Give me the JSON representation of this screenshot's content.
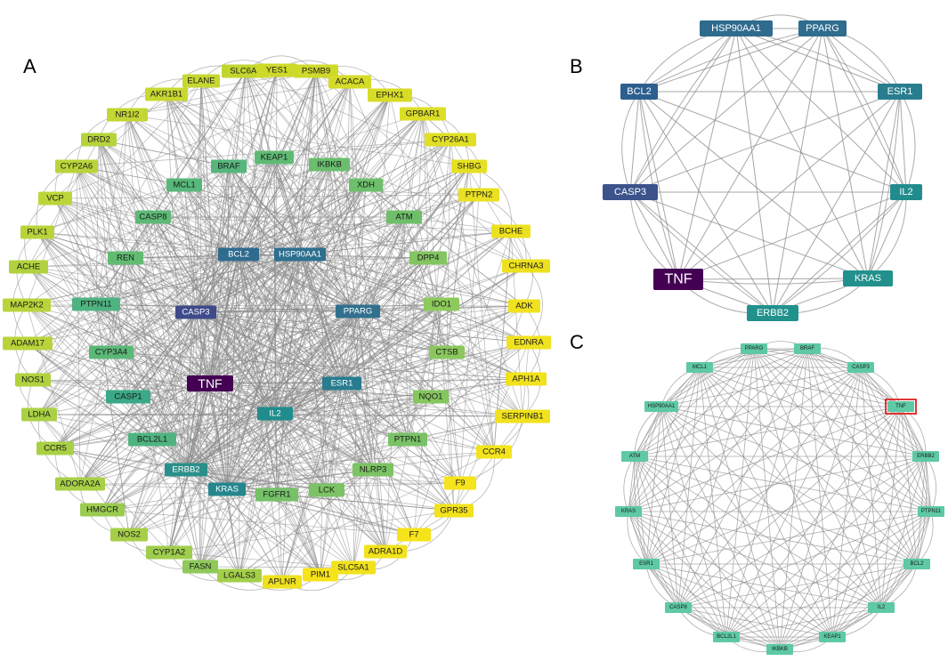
{
  "panels": [
    {
      "letter": "A",
      "nodes": [
        {
          "label": "SLC6A4",
          "color": "#c2d62e"
        },
        {
          "label": "YES1",
          "color": "#cfd92a"
        },
        {
          "label": "PSMB9",
          "color": "#cfd92a"
        },
        {
          "label": "ACACA",
          "color": "#d4db28"
        },
        {
          "label": "EPHX1",
          "color": "#d8dc27"
        },
        {
          "label": "GPBAR1",
          "color": "#dcde26"
        },
        {
          "label": "CYP26A1",
          "color": "#e0df25"
        },
        {
          "label": "SHBG",
          "color": "#e6e022"
        },
        {
          "label": "PTPN2",
          "color": "#e9e121"
        },
        {
          "label": "BCHE",
          "color": "#ece11f"
        },
        {
          "label": "CHRNA3",
          "color": "#ede11f"
        },
        {
          "label": "ADK",
          "color": "#f0e21e"
        },
        {
          "label": "EDNRA",
          "color": "#f0e21e"
        },
        {
          "label": "APH1A",
          "color": "#f1e21d"
        },
        {
          "label": "SERPINB1",
          "color": "#f1e21d"
        },
        {
          "label": "CCR4",
          "color": "#f3e31c"
        },
        {
          "label": "F9",
          "color": "#f5e31b"
        },
        {
          "label": "GPR35",
          "color": "#f2e21c"
        },
        {
          "label": "F7",
          "color": "#f6e31a"
        },
        {
          "label": "ADRA1D",
          "color": "#f1e21d"
        },
        {
          "label": "SLC5A1",
          "color": "#f1e21d"
        },
        {
          "label": "PIM1",
          "color": "#f6e31a"
        },
        {
          "label": "APLNR",
          "color": "#eee11e"
        },
        {
          "label": "LGALS3",
          "color": "#a3cf4a"
        },
        {
          "label": "FASN",
          "color": "#8ec95a"
        },
        {
          "label": "CYP1A2",
          "color": "#9fcd4d"
        },
        {
          "label": "NOS2",
          "color": "#a6cf48"
        },
        {
          "label": "HMGCR",
          "color": "#9bcc51"
        },
        {
          "label": "ADORA2A",
          "color": "#a8d046"
        },
        {
          "label": "CCR5",
          "color": "#a9d045"
        },
        {
          "label": "LDHA",
          "color": "#aad145"
        },
        {
          "label": "NOS1",
          "color": "#b1d23e"
        },
        {
          "label": "ADAM17",
          "color": "#b9d43a"
        },
        {
          "label": "MAP2K2",
          "color": "#b8d43a"
        },
        {
          "label": "ACHE",
          "color": "#b1d23e"
        },
        {
          "label": "PLK1",
          "color": "#b8d43a"
        },
        {
          "label": "VCP",
          "color": "#bdd538"
        },
        {
          "label": "CYP2A6",
          "color": "#b9d43a"
        },
        {
          "label": "DRD2",
          "color": "#b5d33b"
        },
        {
          "label": "NR1I2",
          "color": "#c4d633"
        },
        {
          "label": "AKR1B1",
          "color": "#c9d830"
        },
        {
          "label": "ELANE",
          "color": "#c6d731"
        },
        {
          "label": "KEAP1",
          "color": "#5fba74"
        },
        {
          "label": "BRAF",
          "color": "#56b67c"
        },
        {
          "label": "IKBKB",
          "color": "#6abe6e"
        },
        {
          "label": "MCL1",
          "color": "#58b77a"
        },
        {
          "label": "XDH",
          "color": "#6ebf6b"
        },
        {
          "label": "CASP8",
          "color": "#5db976"
        },
        {
          "label": "ATM",
          "color": "#6fbf6a"
        },
        {
          "label": "REN",
          "color": "#63bb72"
        },
        {
          "label": "DPP4",
          "color": "#83c561"
        },
        {
          "label": "PTPN11",
          "color": "#4eb381"
        },
        {
          "label": "IDO1",
          "color": "#8dc95b"
        },
        {
          "label": "CYP3A4",
          "color": "#5bb877"
        },
        {
          "label": "CTSB",
          "color": "#8ac85d"
        },
        {
          "label": "CASP1",
          "color": "#3aa988"
        },
        {
          "label": "NQO1",
          "color": "#86c65f"
        },
        {
          "label": "BCL2L1",
          "color": "#4fb380"
        },
        {
          "label": "PTPN1",
          "color": "#79c266"
        },
        {
          "label": "NLRP3",
          "color": "#7cc364"
        },
        {
          "label": "LCK",
          "color": "#7bc365"
        },
        {
          "label": "FGFR1",
          "color": "#75c168"
        },
        {
          "label": "KRAS",
          "color": "#26868e"
        },
        {
          "label": "ERBB2",
          "color": "#2a8f8a"
        },
        {
          "label": "BCL2",
          "color": "#2f6b8e"
        },
        {
          "label": "HSP90AA1",
          "color": "#2e6f8e"
        },
        {
          "label": "CASP3",
          "color": "#3e4a89"
        },
        {
          "label": "PPARG",
          "color": "#30708e"
        },
        {
          "label": "TNF",
          "color": "#440154"
        },
        {
          "label": "ESR1",
          "color": "#287c8e"
        },
        {
          "label": "IL2",
          "color": "#218c8d"
        }
      ]
    },
    {
      "letter": "B",
      "nodes": [
        {
          "label": "HSP90AA1",
          "color": "#2f6b8e"
        },
        {
          "label": "PPARG",
          "color": "#2f6c8e"
        },
        {
          "label": "ESR1",
          "color": "#287d8e"
        },
        {
          "label": "IL2",
          "color": "#228c8d"
        },
        {
          "label": "KRAS",
          "color": "#22908c"
        },
        {
          "label": "ERBB2",
          "color": "#21918c"
        },
        {
          "label": "TNF",
          "color": "#440154"
        },
        {
          "label": "CASP3",
          "color": "#3b528b"
        },
        {
          "label": "BCL2",
          "color": "#2d5f8e"
        }
      ]
    },
    {
      "letter": "C",
      "highlight_color": "#e02020",
      "node_color": "#5ec9a4",
      "nodes": [
        {
          "label": "BRAF"
        },
        {
          "label": "CASP3"
        },
        {
          "label": "TNF",
          "highlight": true
        },
        {
          "label": "ERBB2"
        },
        {
          "label": "PTPN11"
        },
        {
          "label": "BCL2"
        },
        {
          "label": "IL2"
        },
        {
          "label": "KEAP1"
        },
        {
          "label": "IKBKB"
        },
        {
          "label": "BCL2L1"
        },
        {
          "label": "CASP8"
        },
        {
          "label": "ESR1"
        },
        {
          "label": "KRAS"
        },
        {
          "label": "ATM"
        },
        {
          "label": "HSP90AA1"
        },
        {
          "label": "MCL1"
        },
        {
          "label": "PPARG"
        }
      ]
    }
  ]
}
